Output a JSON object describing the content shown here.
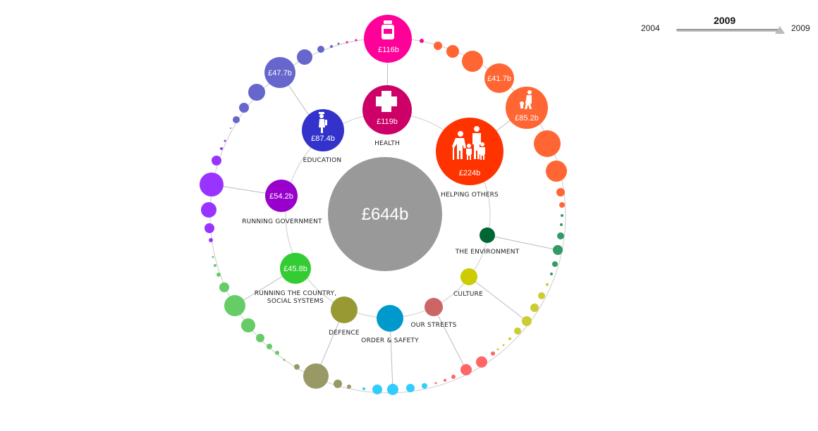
{
  "total": "£644b",
  "slider": {
    "start_label": "2004",
    "end_label": "2009",
    "current": "2009"
  },
  "categories": [
    {
      "key": "health",
      "label": "HEALTH",
      "value": "£119b",
      "color": "#cc0066",
      "icon": "first-aid-cross-icon"
    },
    {
      "key": "education",
      "label": "EDUCATION",
      "value": "£87.4b",
      "color": "#3333cc",
      "icon": "graduate-icon"
    },
    {
      "key": "helping-others",
      "label": "HELPING OTHERS",
      "value": "£224b",
      "color": "#ff3300",
      "icon": "family-icon"
    },
    {
      "key": "running-government",
      "label": "RUNNING GOVERNMENT",
      "value": "£54.2b",
      "color": "#9900cc"
    },
    {
      "key": "the-environment",
      "label": "THE ENVIRONMENT",
      "color": "#006633"
    },
    {
      "key": "running-the-country",
      "label_lines": [
        "RUNNING THE COUNTRY,",
        "SOCIAL SYSTEMS"
      ],
      "value": "£45.8b",
      "color": "#33cc33"
    },
    {
      "key": "culture",
      "label": "CULTURE",
      "color": "#cccc00"
    },
    {
      "key": "defence",
      "label": "DEFENCE",
      "color": "#999933"
    },
    {
      "key": "order-safety",
      "label": "ORDER & SAFETY",
      "color": "#0099cc"
    },
    {
      "key": "our-streets",
      "label": "OUR STREETS",
      "color": "#cc6666"
    }
  ],
  "outer_values": {
    "health": "£116b",
    "education": "£47.7b",
    "helping_others_1": "£41.7b",
    "helping_others_2": "£85.2b"
  },
  "colors": {
    "total": "#999999",
    "outer_health": "#ff0099",
    "outer_education": "#6666cc",
    "outer_helping": "#ff6633",
    "outer_government": "#9933ff",
    "outer_environment": "#339966",
    "outer_country": "#66cc66",
    "outer_culture": "#cccc33",
    "outer_defence": "#999966",
    "outer_order": "#33ccff",
    "outer_streets": "#ff6666"
  }
}
